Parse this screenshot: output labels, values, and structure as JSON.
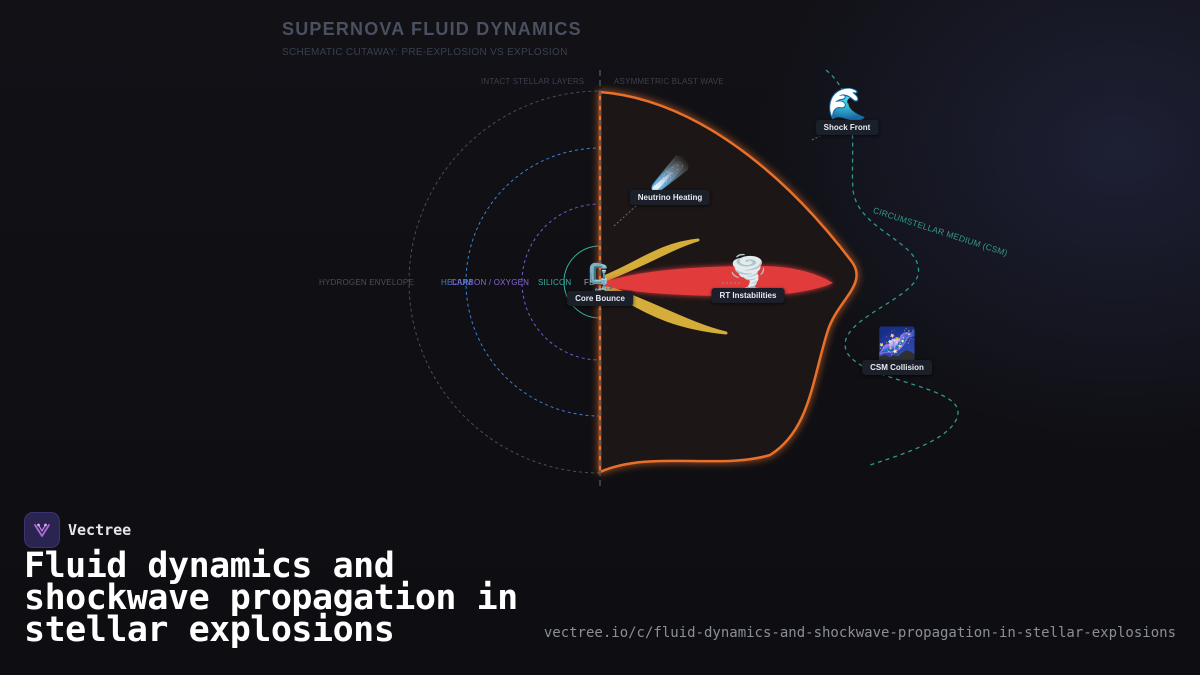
{
  "diagram": {
    "title": "SUPERNOVA FLUID DYNAMICS",
    "subtitle": "SCHEMATIC CUTAWAY: PRE-EXPLOSION VS EXPLOSION",
    "half_labels": {
      "left": "INTACT STELLAR LAYERS",
      "right": "ASYMMETRIC BLAST WAVE"
    },
    "layers": {
      "hydrogen": "HYDROGEN ENVELOPE",
      "helium": "HELIUM",
      "carbon_oxygen": "CARBON / OXYGEN",
      "silicon": "SILICON",
      "core": "FE"
    },
    "medium_label": "CIRCUMSTELLAR MEDIUM (CSM)",
    "nodes": {
      "shock_front": {
        "label": "Shock Front",
        "icon": "wave-icon",
        "glyph": "🌊"
      },
      "neutrino_heating": {
        "label": "Neutrino Heating",
        "icon": "comet-icon",
        "glyph": "☄️"
      },
      "core_bounce": {
        "label": "Core Bounce",
        "icon": "compression-clamp-icon",
        "glyph": "🗜️"
      },
      "rt_instabilities": {
        "label": "RT Instabilities",
        "icon": "tornado-icon",
        "glyph": "🌪️"
      },
      "csm_collision": {
        "label": "CSM Collision",
        "icon": "milky-way-icon",
        "glyph": "🌌"
      }
    },
    "colors": {
      "blast_wave_edge": "#e8702a",
      "jet_core": "#e23b3b",
      "lobes": "#d4ad3a",
      "hydrogen_ring": "#4a4e5a",
      "helium_ring": "#3f7fd0",
      "carbon_oxygen_ring": "#7b57c9",
      "silicon_ring": "#37b0a0",
      "csm_boundary": "#2f9a8a"
    }
  },
  "brand": {
    "name": "Vectree",
    "icon": "vectree-logo-icon"
  },
  "headline": "Fluid dynamics and shockwave propagation in stellar explosions",
  "url": "vectree.io/c/fluid-dynamics-and-shockwave-propagation-in-stellar-explosions"
}
